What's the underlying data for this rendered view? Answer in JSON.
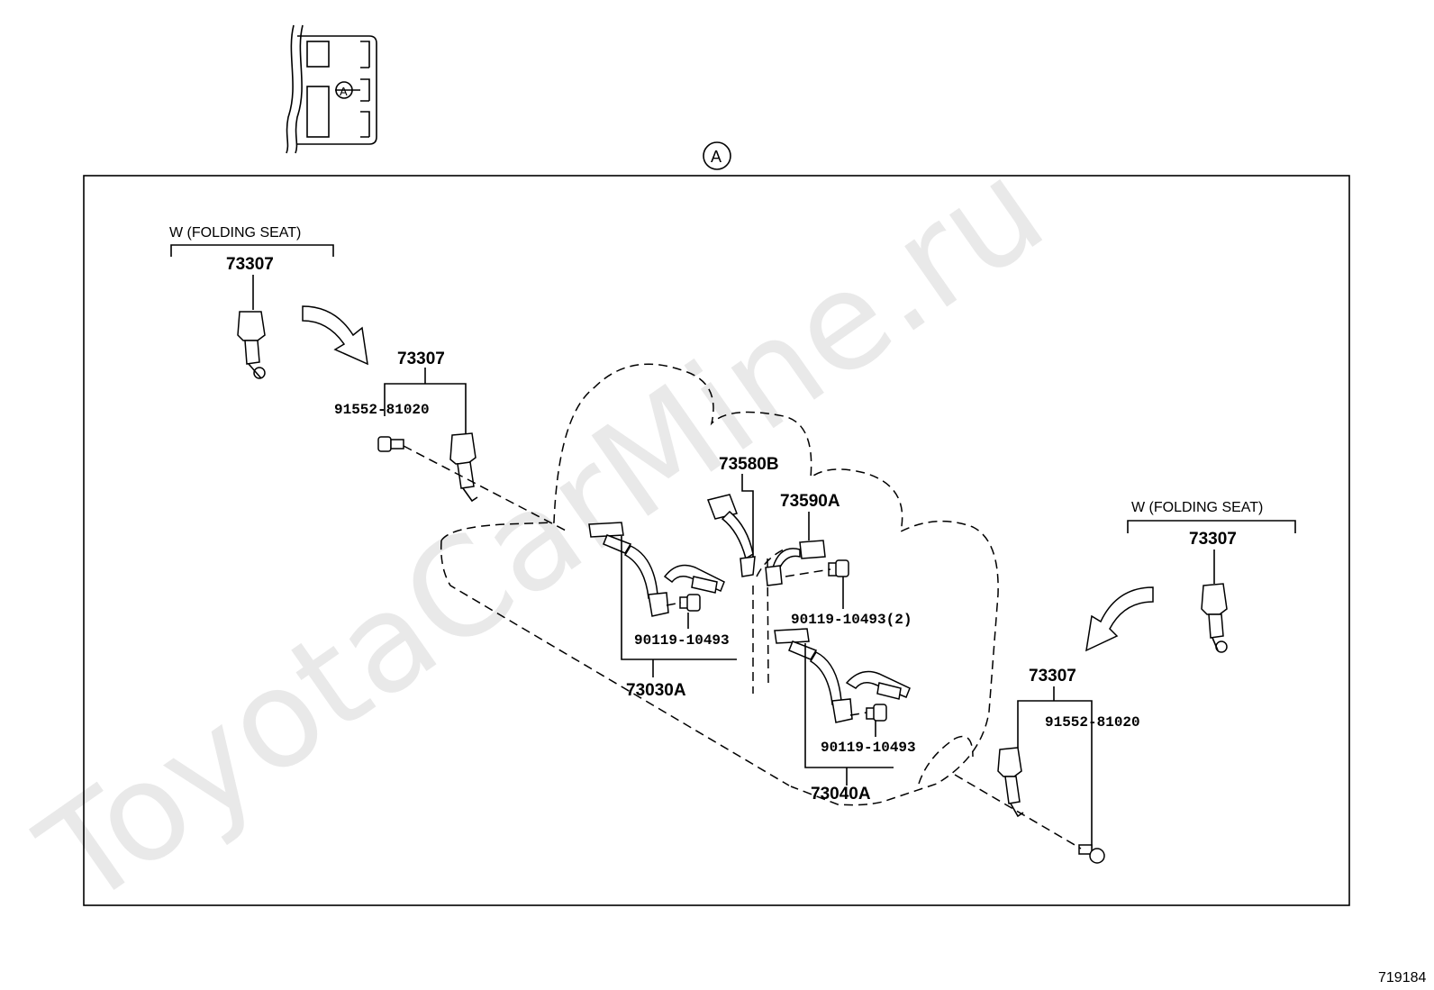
{
  "watermark": "ToyotaCarMine.ru",
  "view_marker": "A",
  "section_marker": "A",
  "figure_number": "719184",
  "left_group": {
    "caption": "W (FOLDING SEAT)",
    "part_top": "73307",
    "part_main": "73307",
    "bolt": "91552-81020"
  },
  "right_group": {
    "caption": "W (FOLDING SEAT)",
    "part_top": "73307",
    "part_main": "73307",
    "bolt": "91552-81020"
  },
  "center_parts": {
    "buckle_center": "73580B",
    "buckle_right": "73590A",
    "bolt_pair": "90119-10493(2)",
    "bolt_left_belt": "90119-10493",
    "belt_left": "73030A",
    "bolt_right_belt": "90119-10493",
    "belt_right": "73040A"
  }
}
